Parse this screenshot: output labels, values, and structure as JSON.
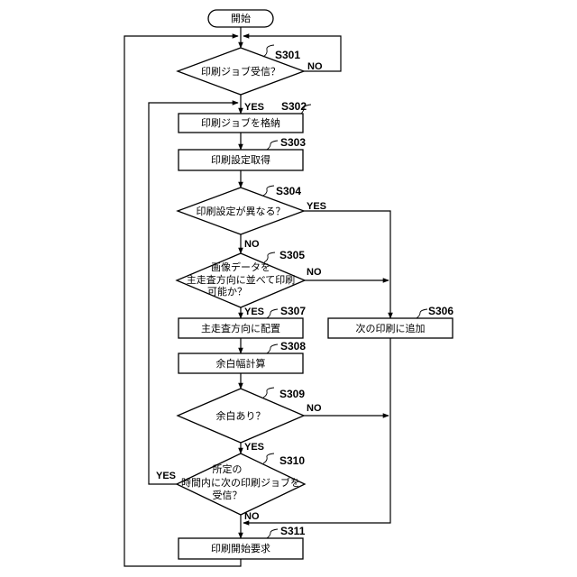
{
  "start": "開始",
  "steps": {
    "s301": {
      "id": "S301",
      "lines": [
        "印刷ジョブ受信？"
      ]
    },
    "s302": {
      "id": "S302",
      "lines": [
        "印刷ジョブを格納"
      ]
    },
    "s303": {
      "id": "S303",
      "lines": [
        "印刷設定取得"
      ]
    },
    "s304": {
      "id": "S304",
      "lines": [
        "印刷設定が異なる？"
      ]
    },
    "s305": {
      "id": "S305",
      "lines": [
        "画像データを",
        "主走査方向に並べて印刷",
        "可能か？"
      ]
    },
    "s306": {
      "id": "S306",
      "lines": [
        "次の印刷に追加"
      ]
    },
    "s307": {
      "id": "S307",
      "lines": [
        "主走査方向に配置"
      ]
    },
    "s308": {
      "id": "S308",
      "lines": [
        "余白幅計算"
      ]
    },
    "s309": {
      "id": "S309",
      "lines": [
        "余白あり？"
      ]
    },
    "s310": {
      "id": "S310",
      "lines": [
        "所定の",
        "時間内に次の印刷ジョブを",
        "受信？"
      ]
    },
    "s311": {
      "id": "S311",
      "lines": [
        "印刷開始要求"
      ]
    }
  },
  "labels": {
    "yes": "YES",
    "no": "NO"
  }
}
